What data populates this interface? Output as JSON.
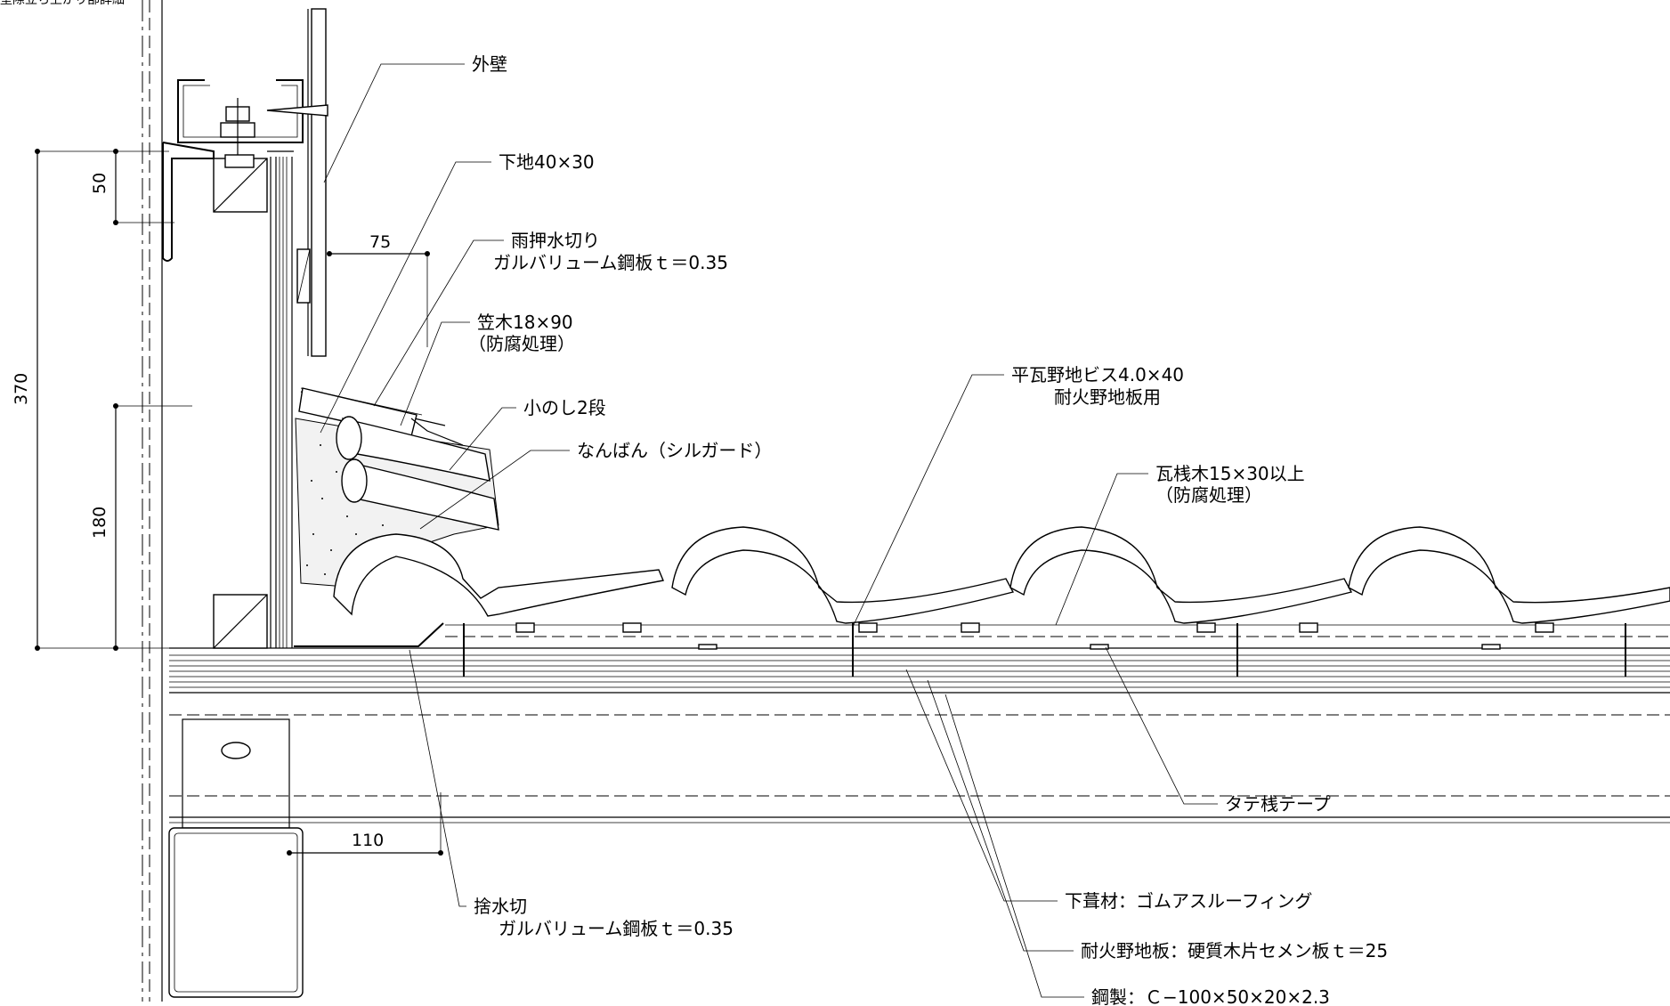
{
  "labels": {
    "exterior_wall": "外壁",
    "base_40x30": "下地40×30",
    "flashing": "雨押水切り",
    "flashing_material": "ガルバリューム鋼板ｔ＝0.35",
    "kasagi": "笠木18×90",
    "kasagi_note": "（防腐処理）",
    "noshi": "小のし2段",
    "nanban": "なんばん（シルガード）",
    "screw": "平瓦野地ビス4.0×40",
    "screw_note": "耐火野地板用",
    "batten": "瓦桟木15×30以上",
    "batten_note": "（防腐処理）",
    "tate_tape": "タテ桟テープ",
    "drip": "捨水切",
    "drip_material": "ガルバリューム鋼板ｔ＝0.35",
    "underlay": "下葺材：ゴムアスルーフィング",
    "sheathing": "耐火野地板：硬質木片セメン板ｔ＝25",
    "steel": "鋼製：Ｃ−100×50×20×2.3"
  },
  "dimensions": {
    "d50": "50",
    "d370": "370",
    "d180": "180",
    "d75": "75",
    "d110": "110"
  },
  "header_fragment": "壁際立ち上がり部詳細"
}
